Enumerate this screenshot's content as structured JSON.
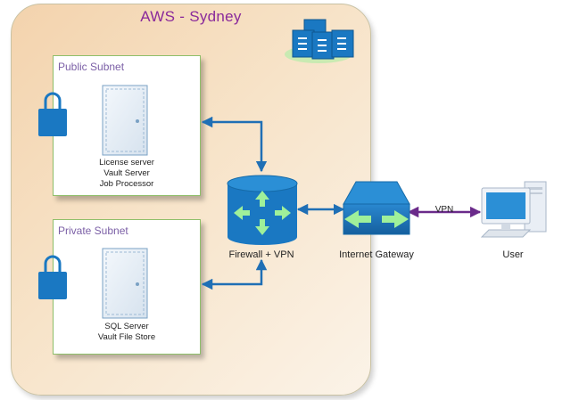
{
  "region": {
    "title": "AWS - Sydney"
  },
  "public_subnet": {
    "title": "Public Subnet",
    "servers": [
      "License server",
      "Vault Server",
      "Job Processor"
    ]
  },
  "private_subnet": {
    "title": "Private Subnet",
    "servers": [
      "SQL Server",
      "Vault File Store"
    ]
  },
  "firewall": {
    "label": "Firewall + VPN"
  },
  "gateway": {
    "label": "Internet Gateway"
  },
  "vpn_link": {
    "label": "VPN"
  },
  "user": {
    "label": "User"
  },
  "colors": {
    "region_title": "#8a2a9b",
    "subnet_title": "#7b5fa6",
    "device_blue": "#1a78c2",
    "arrow_blue": "#1f6fb5",
    "vpn_purple": "#6a2a8a",
    "arrow_green": "#9ff09a"
  }
}
